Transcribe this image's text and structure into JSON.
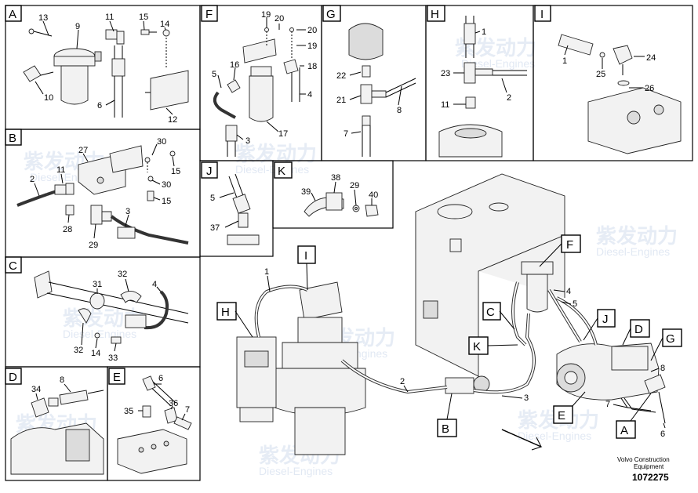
{
  "panels": [
    {
      "id": "A",
      "labels": [
        "13",
        "9",
        "11",
        "15",
        "14",
        "10",
        "6",
        "12"
      ]
    },
    {
      "id": "F",
      "labels": [
        "19",
        "20",
        "20",
        "19",
        "16",
        "18",
        "5",
        "4",
        "17",
        "3"
      ]
    },
    {
      "id": "G",
      "labels": [
        "22",
        "21",
        "8",
        "7"
      ]
    },
    {
      "id": "H",
      "labels": [
        "1",
        "23",
        "2",
        "11"
      ]
    },
    {
      "id": "I",
      "labels": [
        "1",
        "24",
        "25",
        "26"
      ]
    },
    {
      "id": "B",
      "labels": [
        "27",
        "30",
        "11",
        "15",
        "2",
        "30",
        "15",
        "3",
        "28",
        "29"
      ]
    },
    {
      "id": "J",
      "labels": [
        "5",
        "37"
      ]
    },
    {
      "id": "K",
      "labels": [
        "38",
        "39",
        "29",
        "40"
      ]
    },
    {
      "id": "C",
      "labels": [
        "31",
        "32",
        "4",
        "32",
        "14",
        "33"
      ]
    },
    {
      "id": "D",
      "labels": [
        "34",
        "8"
      ]
    },
    {
      "id": "E",
      "labels": [
        "6",
        "35",
        "36",
        "7"
      ]
    }
  ],
  "main_callouts": {
    "letters": [
      "I",
      "H",
      "F",
      "C",
      "K",
      "J",
      "D",
      "G",
      "E",
      "B",
      "A"
    ],
    "numbers": [
      "1",
      "4",
      "5",
      "2",
      "3",
      "8",
      "7",
      "6"
    ]
  },
  "footer": {
    "line1": "Volvo Construction",
    "line2": "Equipment",
    "part_number": "1072275"
  },
  "watermark": {
    "cn": "紫发动力",
    "en": "Diesel-Engines"
  }
}
